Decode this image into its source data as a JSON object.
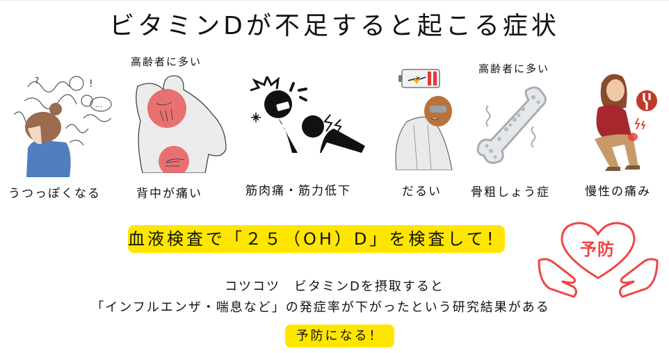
{
  "title": "ビタミンDが不足すると起こる症状",
  "symptoms": [
    {
      "label": "うつっぽくなる",
      "note": "",
      "icon": "depressed-woman-icon"
    },
    {
      "label": "背中が痛い",
      "note": "高齢者に多い",
      "icon": "back-pain-icon"
    },
    {
      "label": "筋肉痛・筋力低下",
      "note": "",
      "icon": "muscle-pain-pictogram-icon"
    },
    {
      "label": "だるい",
      "note": "",
      "icon": "fatigue-man-low-battery-icon"
    },
    {
      "label": "骨粗しょう症",
      "note": "高齢者に多い",
      "icon": "osteoporosis-bone-icon"
    },
    {
      "label": "慢性の痛み",
      "note": "",
      "icon": "chronic-knee-pain-icon"
    }
  ],
  "test_banner": "血液検査で「２５（OH）D」を検査して！",
  "body": {
    "line1": "コツコツ　ビタミンDを摂取すると",
    "line2": "「インフルエンザ・喘息など」の発症率が下がったという研究結果がある"
  },
  "cta": "予防になる！",
  "prevention_badge": {
    "text": "予防",
    "icon": "heart-in-hands-icon"
  },
  "colors": {
    "highlight": "#ffe600",
    "accent_red": "#ef4444",
    "pain_circle": "#e85a5a",
    "sweater_blue": "#4f7fbf",
    "sweater_red": "#a6282e"
  }
}
